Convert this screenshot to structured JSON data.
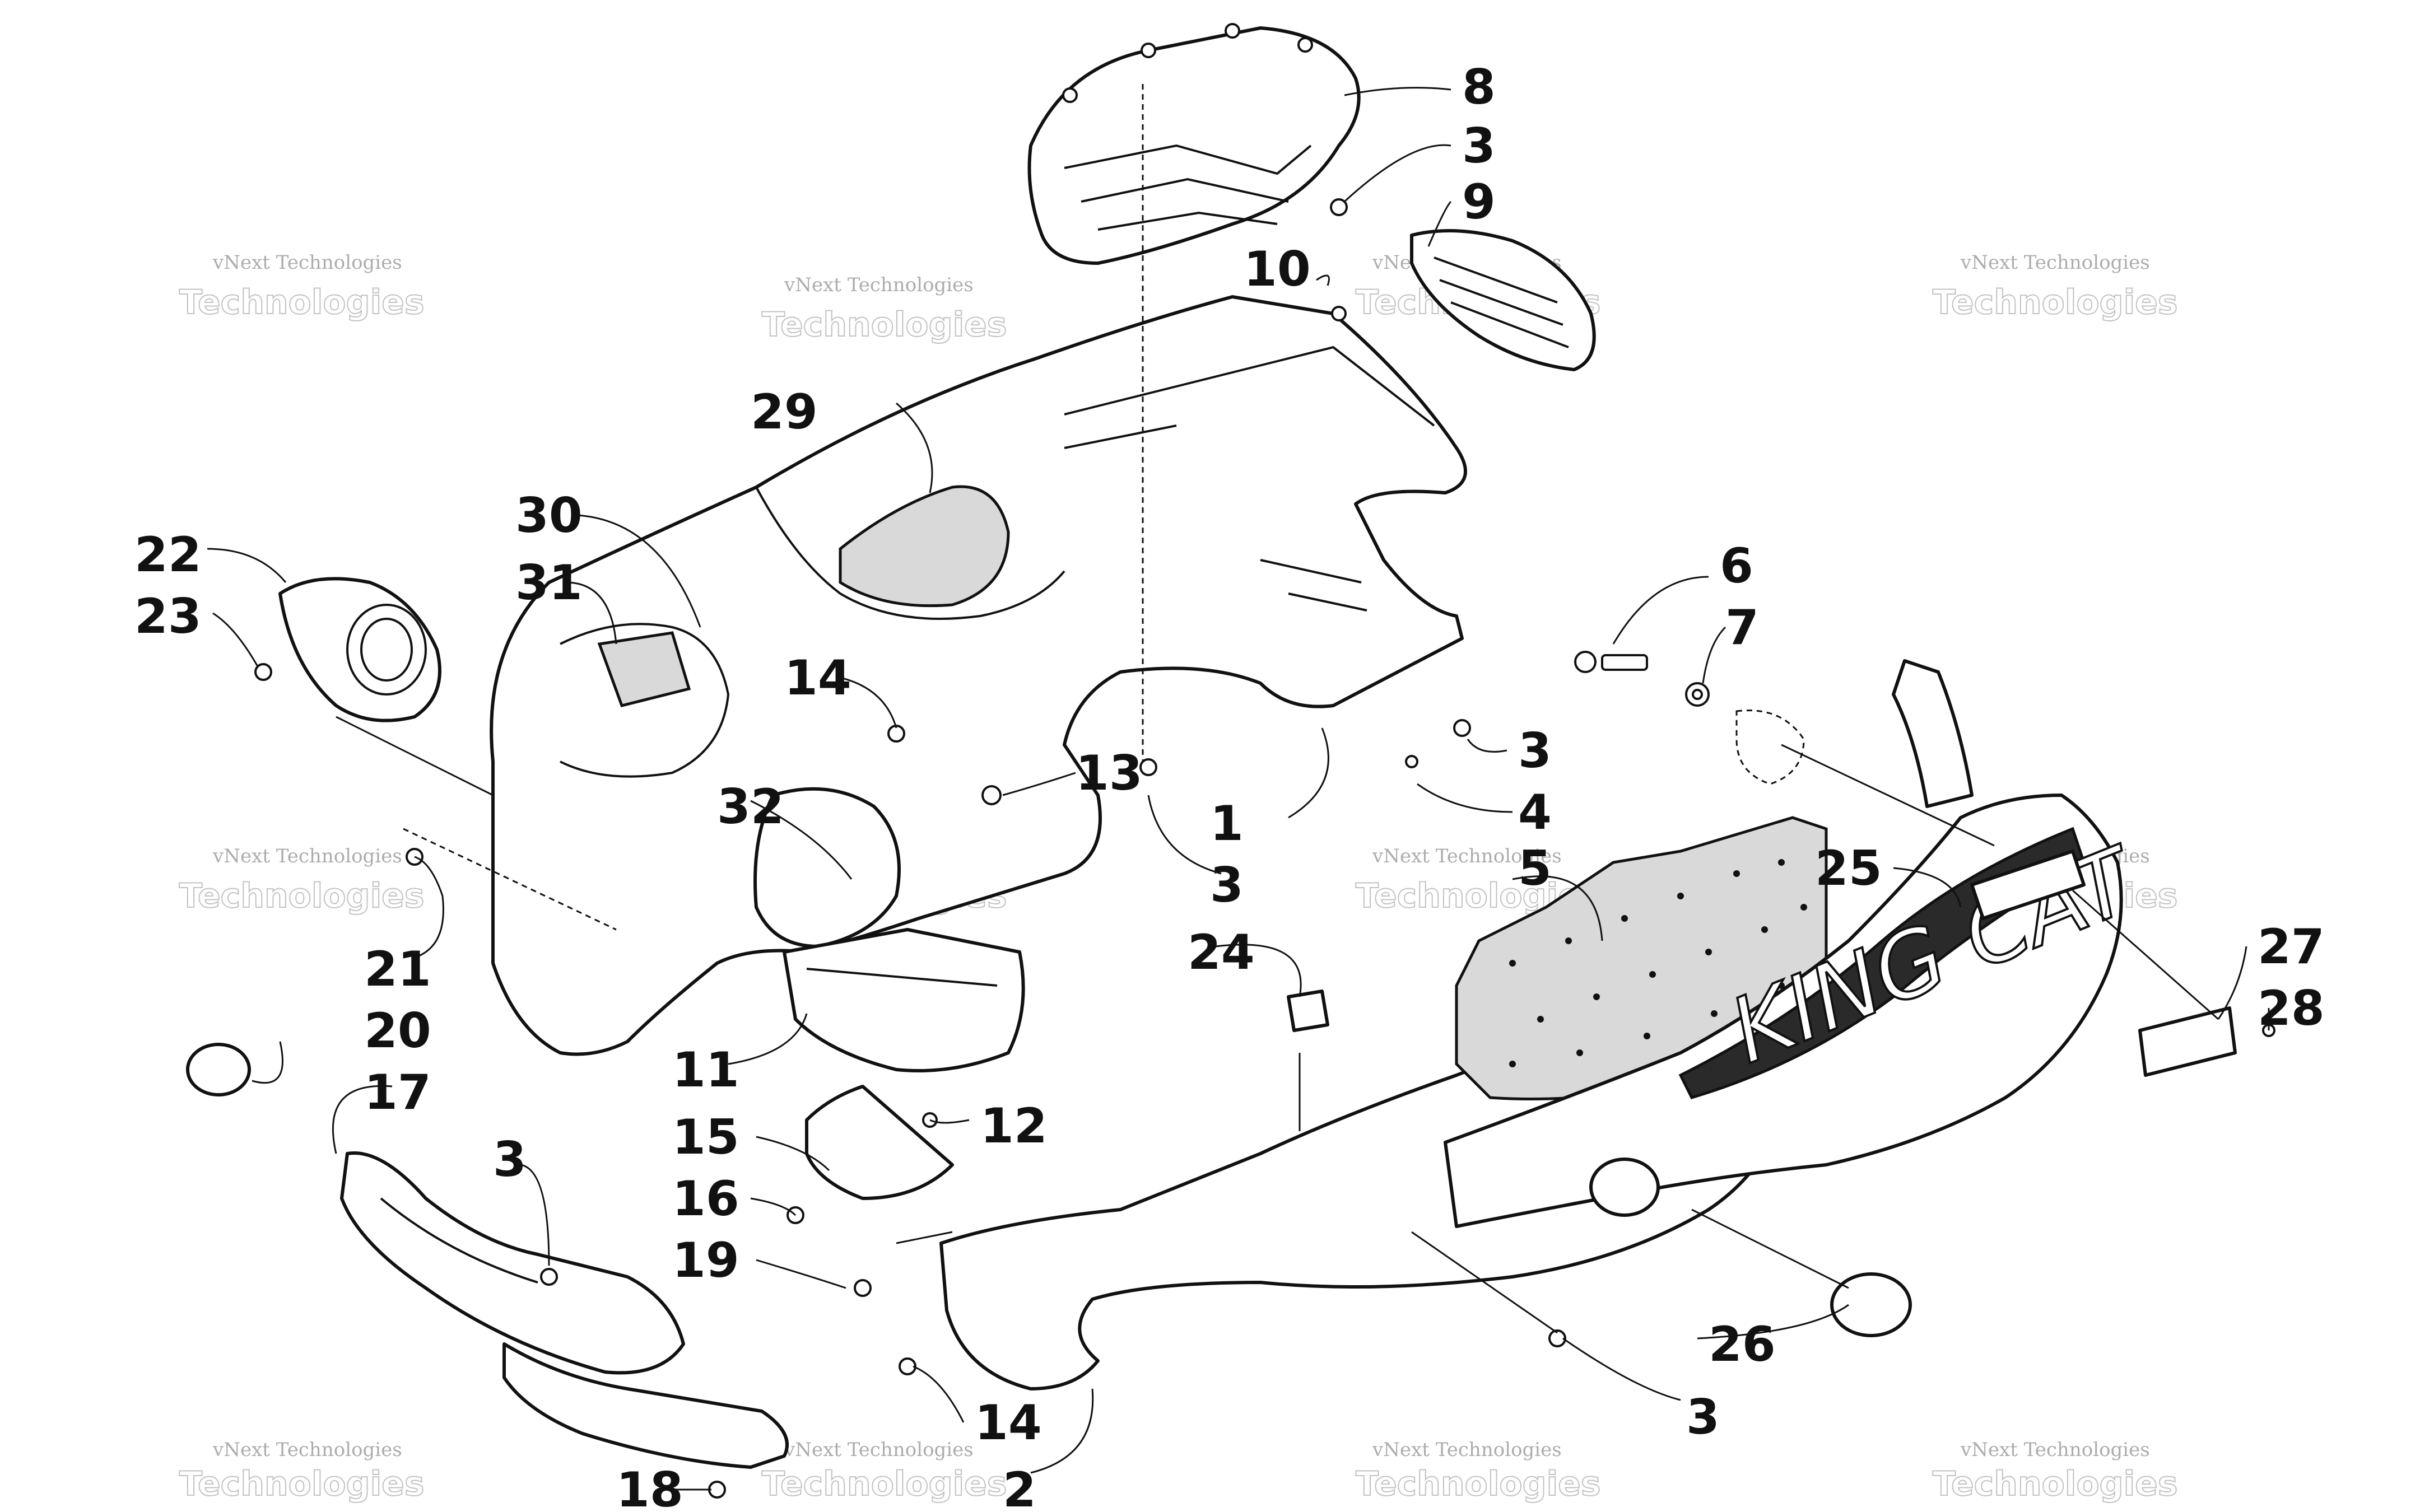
{
  "diagram": {
    "decal_text": "KING CAT",
    "watermark": {
      "line1": "vNext Technologies",
      "line2": "Technologies"
    },
    "callouts": {
      "c8": "8",
      "c3a": "3",
      "c9": "9",
      "c10": "10",
      "c29": "29",
      "c30": "30",
      "c31": "31",
      "c22": "22",
      "c23": "23",
      "c14a": "14",
      "c13": "13",
      "c32": "32",
      "c6": "6",
      "c7": "7",
      "c3b": "3",
      "c4": "4",
      "c1": "1",
      "c3c": "3",
      "c5": "5",
      "c25": "25",
      "c21": "21",
      "c24": "24",
      "c27": "27",
      "c28": "28",
      "c20": "20",
      "c11": "11",
      "c17": "17",
      "c12": "12",
      "c3d": "3",
      "c15": "15",
      "c16": "16",
      "c19": "19",
      "c26": "26",
      "c14b": "14",
      "c3e": "3",
      "c18": "18",
      "c2": "2"
    }
  }
}
